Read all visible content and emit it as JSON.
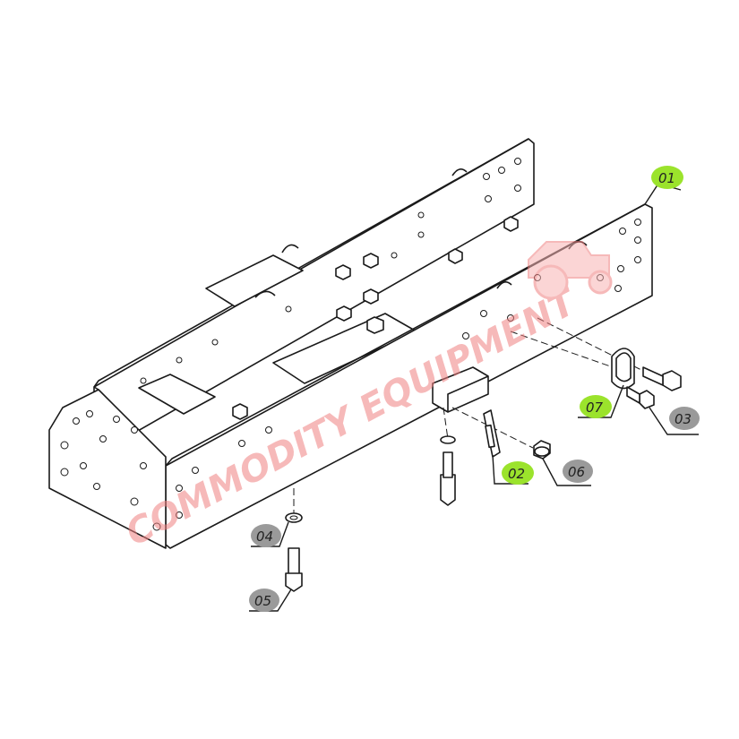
{
  "watermark": {
    "text": "COMMODITY EQUIPMENT",
    "color": "#f08080"
  },
  "callouts": [
    {
      "id": "01",
      "label": "01",
      "style": "highlight",
      "color": "#9be32c"
    },
    {
      "id": "02",
      "label": "02",
      "style": "highlight",
      "color": "#9be32c"
    },
    {
      "id": "03",
      "label": "03",
      "style": "neutral",
      "color": "#9a9a9a"
    },
    {
      "id": "04",
      "label": "04",
      "style": "neutral",
      "color": "#9a9a9a"
    },
    {
      "id": "05",
      "label": "05",
      "style": "neutral",
      "color": "#9a9a9a"
    },
    {
      "id": "06",
      "label": "06",
      "style": "neutral",
      "color": "#9a9a9a"
    },
    {
      "id": "07",
      "label": "07",
      "style": "highlight",
      "color": "#9be32c"
    }
  ],
  "colors": {
    "line": "#1a1a1a",
    "background": "#ffffff",
    "highlight": "#9be32c",
    "neutral": "#9a9a9a"
  }
}
